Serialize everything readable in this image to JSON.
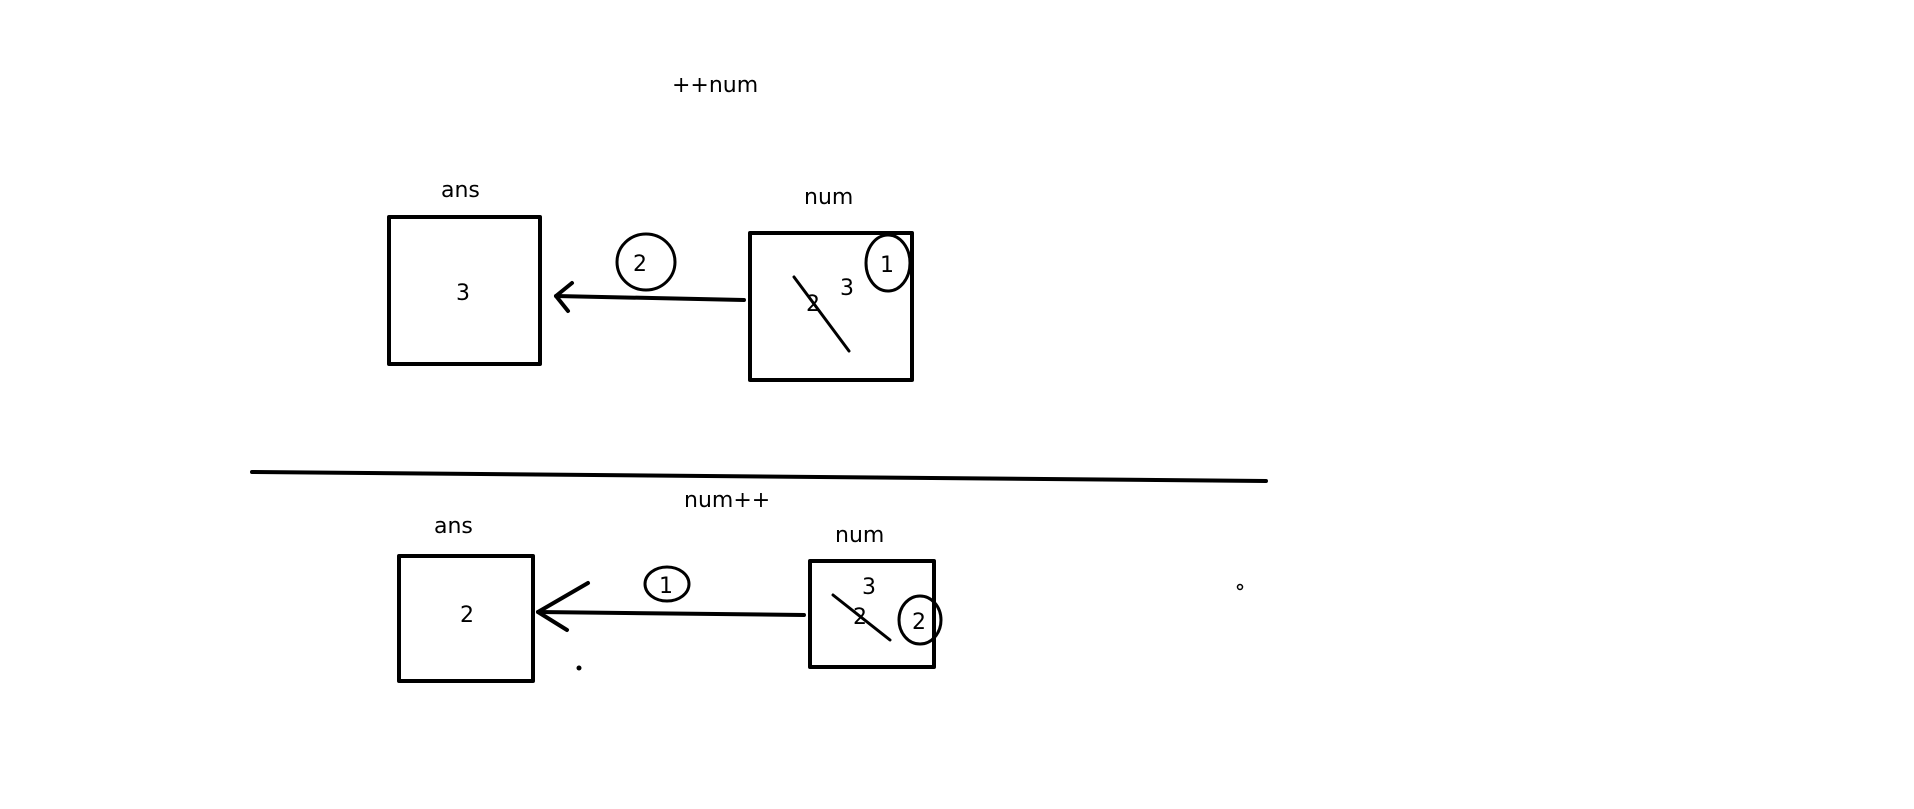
{
  "top": {
    "title": "++num",
    "ans_label": "ans",
    "ans_value": "3",
    "num_label": "num",
    "num_old_value": "2",
    "num_new_value": "3",
    "step_increment": "1",
    "step_assign": "2"
  },
  "bottom": {
    "title": "num++",
    "ans_label": "ans",
    "ans_value": "2",
    "num_label": "num",
    "num_old_value": "2",
    "num_new_value": "3",
    "step_assign": "1",
    "step_increment": "2"
  }
}
